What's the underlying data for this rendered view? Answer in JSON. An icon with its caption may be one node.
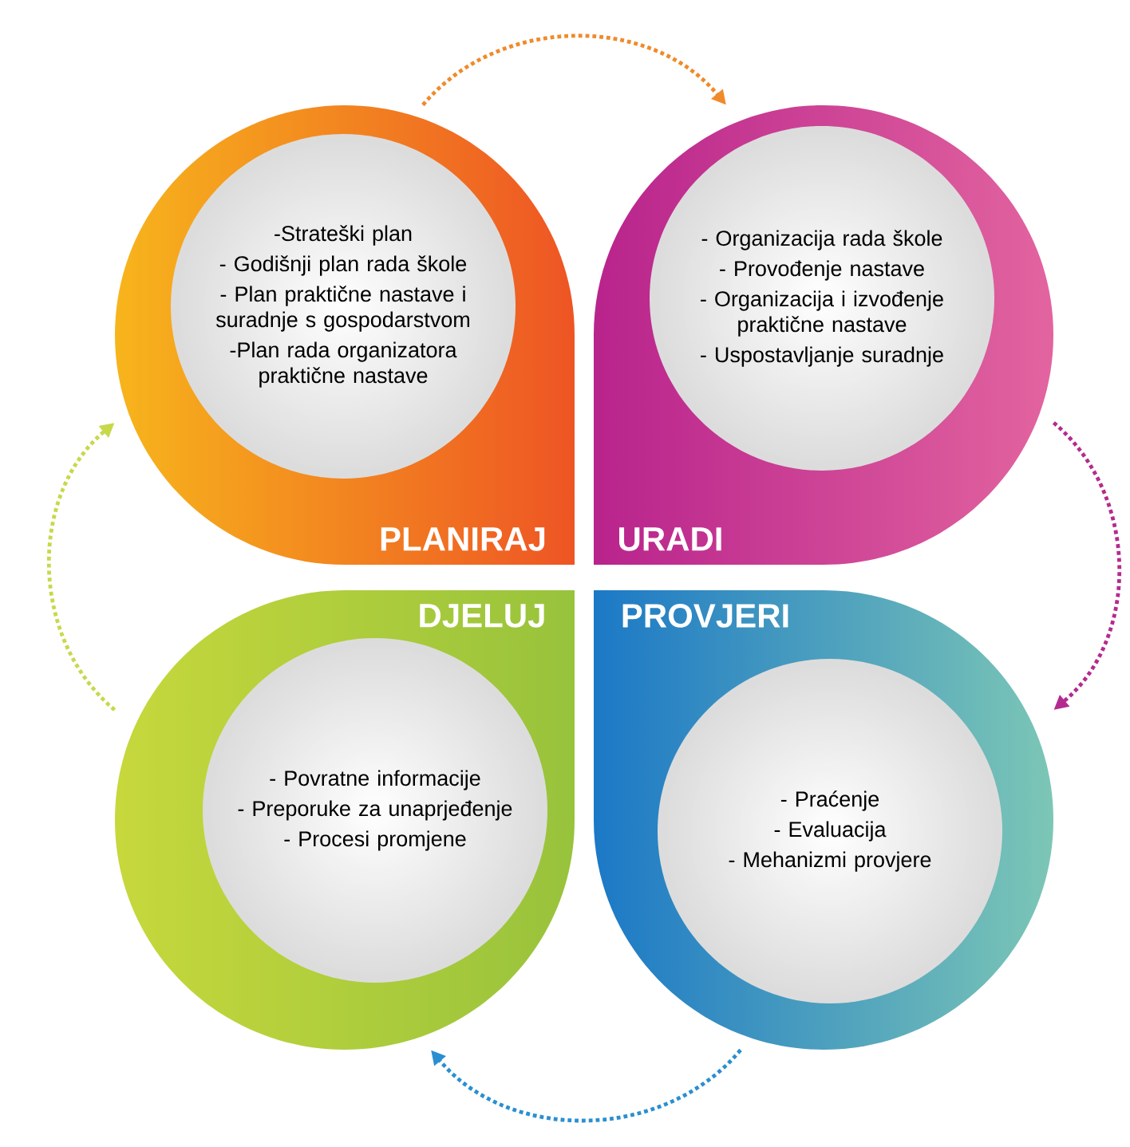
{
  "diagram": {
    "nodes": [
      {
        "text": [
          "PLANIRAJ"
        ]
      },
      {
        "text": [
          "-Strateški plan",
          "- Godišnji plan rada škole",
          "- Plan praktične nastave i suradnje s gospodarstvom",
          "-Plan rada organizatora praktične nastave"
        ],
        "in": 0
      },
      {
        "text": [
          "URADI"
        ]
      },
      {
        "text": [
          "- Organizacija rada škole",
          "- Provođenje nastave",
          "- Organizacija i izvođenje praktične nastave",
          "- Uspostavljanje suradnje"
        ],
        "in": 2
      },
      {
        "text": [
          "DJELUJ"
        ]
      },
      {
        "text": [
          "- Povratne informacije",
          "- Preporuke za unaprjeđenje",
          "- Procesi promjene"
        ],
        "in": 4
      },
      {
        "text": [
          "PROVJERI"
        ]
      },
      {
        "text": [
          "- Praćenje",
          "- Evaluacija",
          "- Mehanizmi provjere"
        ],
        "in": 6
      }
    ],
    "edges": [
      {
        "from": 0,
        "to": 2,
        "arrow": "to",
        "style": "dashed",
        "color": "#f08a2a"
      },
      {
        "from": 2,
        "to": 6,
        "arrow": "to",
        "style": "dashed",
        "color": "#b52a8f"
      },
      {
        "from": 6,
        "to": 4,
        "arrow": "to",
        "style": "dashed",
        "color": "#2a8fd0"
      },
      {
        "from": 4,
        "to": 0,
        "arrow": "to",
        "style": "dashed",
        "color": "#c8d84a"
      }
    ]
  }
}
